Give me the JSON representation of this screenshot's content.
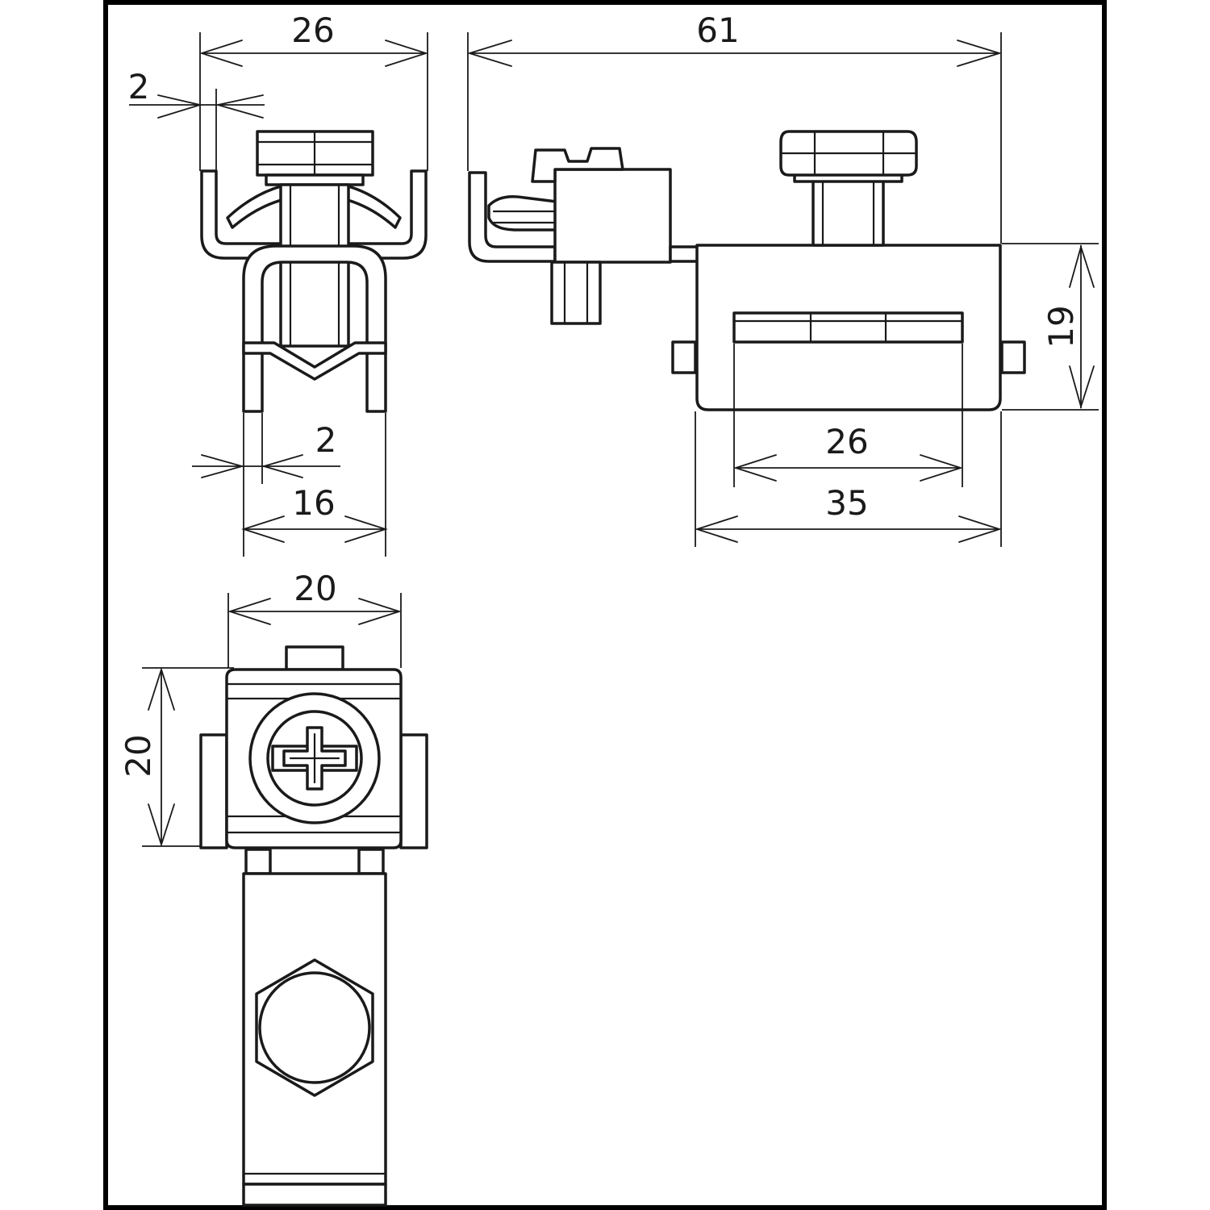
{
  "dimensions": {
    "front_width": "26",
    "front_wall": "2",
    "front_inner_wall": "2",
    "front_base_width": "16",
    "side_length": "61",
    "side_height": "19",
    "side_inner": "26",
    "side_body": "35",
    "top_width": "20",
    "top_height": "20"
  },
  "colors": {
    "line": "#1a1a1a",
    "background": "#ffffff"
  }
}
